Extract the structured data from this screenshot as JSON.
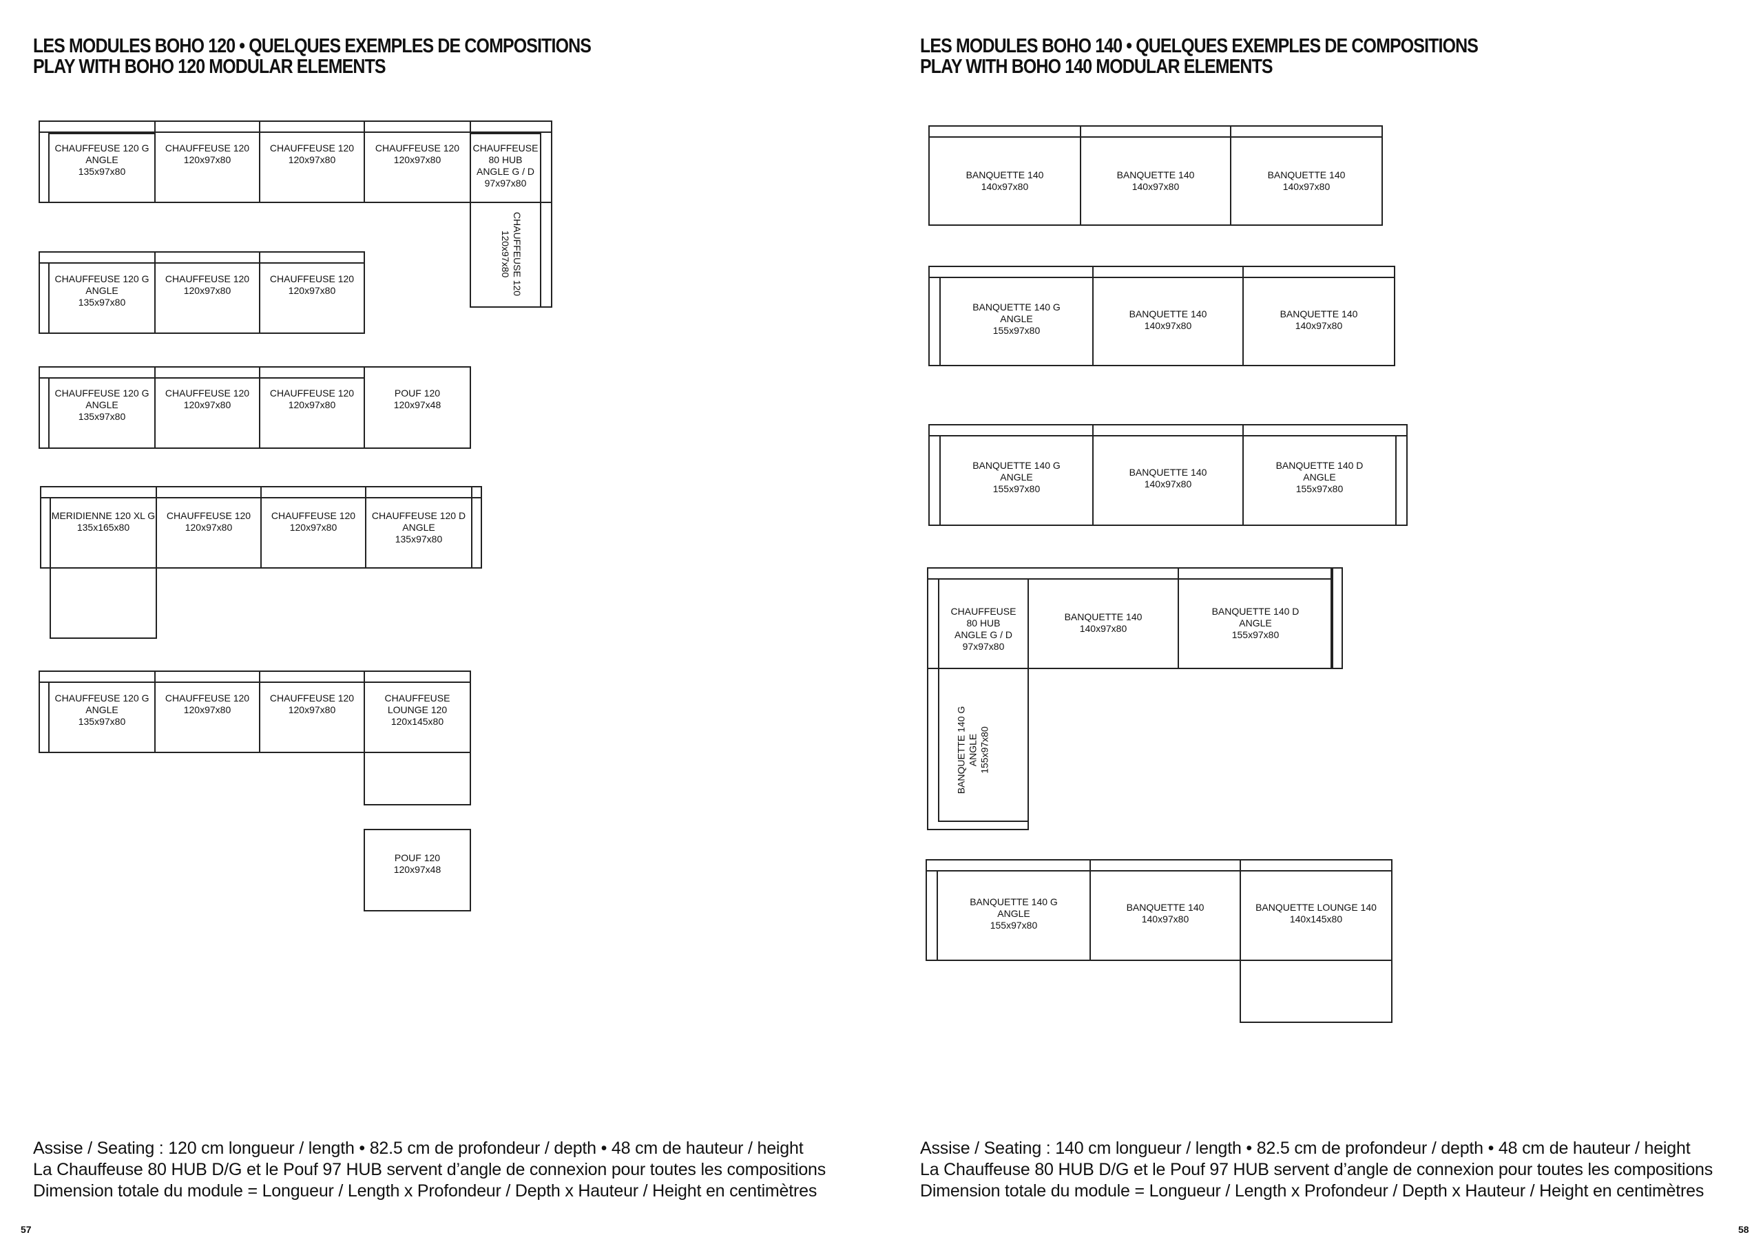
{
  "left": {
    "title_line1": "LES MODULES BOHO 120 • QUELQUES EXEMPLES DE COMPOSITIONS",
    "title_line2": "PLAY WITH BOHO 120 MODULAR ELEMENTS",
    "modules": {
      "r1c1": "CHAUFFEUSE 120 G\nANGLE\n135x97x80",
      "r1c2": "CHAUFFEUSE 120\n120x97x80",
      "r1c3": "CHAUFFEUSE 120\n120x97x80",
      "r1c4": "CHAUFFEUSE 120\n120x97x80",
      "r1c5": "CHAUFFEUSE\n80 HUB\nANGLE G / D\n97x97x80",
      "r1v": "CHAUFFEUSE 120\n120x97x80",
      "r2c1": "CHAUFFEUSE 120 G\nANGLE\n135x97x80",
      "r2c2": "CHAUFFEUSE 120\n120x97x80",
      "r2c3": "CHAUFFEUSE 120\n120x97x80",
      "r3c1": "CHAUFFEUSE 120 G\nANGLE\n135x97x80",
      "r3c2": "CHAUFFEUSE 120\n120x97x80",
      "r3c3": "CHAUFFEUSE 120\n120x97x80",
      "r3c4": "POUF 120\n120x97x48",
      "r4c1": "MERIDIENNE 120 XL G\n135x165x80",
      "r4c2": "CHAUFFEUSE 120\n120x97x80",
      "r4c3": "CHAUFFEUSE 120\n120x97x80",
      "r4c4": "CHAUFFEUSE 120 D\nANGLE\n135x97x80",
      "r5c1": "CHAUFFEUSE 120 G\nANGLE\n135x97x80",
      "r5c2": "CHAUFFEUSE 120\n120x97x80",
      "r5c3": "CHAUFFEUSE 120\n120x97x80",
      "r5c4": "CHAUFFEUSE\nLOUNGE 120\n120x145x80",
      "r5pouf": "POUF 120\n120x97x48"
    },
    "footer_line1": "Assise / Seating : 120 cm longueur / length • 82.5 cm de profondeur / depth • 48 cm de hauteur / height",
    "footer_line2": "La Chauffeuse 80 HUB D/G et le Pouf 97 HUB servent d’angle de connexion pour toutes les compositions",
    "footer_line3": "Dimension totale du module = Longueur / Length x Profondeur / Depth x Hauteur / Height en centimètres",
    "page_number": "57"
  },
  "right": {
    "title_line1": "LES MODULES BOHO 140 • QUELQUES EXEMPLES DE COMPOSITIONS",
    "title_line2": "PLAY WITH BOHO 140 MODULAR ELEMENTS",
    "modules": {
      "r1c1": "BANQUETTE 140\n140x97x80",
      "r1c2": "BANQUETTE 140\n140x97x80",
      "r1c3": "BANQUETTE 140\n140x97x80",
      "r2c1": "BANQUETTE 140 G\nANGLE\n155x97x80",
      "r2c2": "BANQUETTE 140\n140x97x80",
      "r2c3": "BANQUETTE 140\n140x97x80",
      "r3c1": "BANQUETTE 140 G\nANGLE\n155x97x80",
      "r3c2": "BANQUETTE 140\n140x97x80",
      "r3c3": "BANQUETTE 140 D\nANGLE\n155x97x80",
      "r4c1": "CHAUFFEUSE\n80 HUB\nANGLE G / D\n97x97x80",
      "r4c2": "BANQUETTE 140\n140x97x80",
      "r4c3": "BANQUETTE 140 D\nANGLE\n155x97x80",
      "r4v": "BANQUETTE 140 G\nANGLE\n155x97x80",
      "r5c1": "BANQUETTE 140 G\nANGLE\n155x97x80",
      "r5c2": "BANQUETTE 140\n140x97x80",
      "r5c3": "BANQUETTE LOUNGE 140\n140x145x80"
    },
    "footer_line1": "Assise / Seating : 140 cm longueur / length • 82.5 cm de profondeur / depth • 48 cm de hauteur / height",
    "footer_line2": "La Chauffeuse 80 HUB D/G et le Pouf 97 HUB servent d’angle de connexion pour toutes les compositions",
    "footer_line3": "Dimension totale du module = Longueur / Length x Profondeur / Depth x Hauteur / Height en centimètres",
    "page_number": "58"
  }
}
